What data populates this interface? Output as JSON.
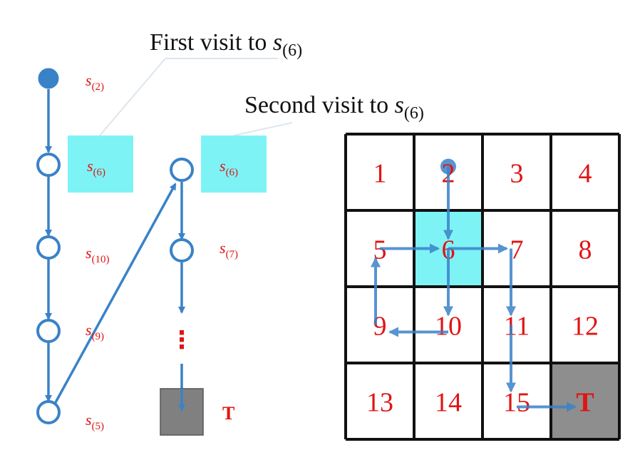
{
  "captions": {
    "first_prefix": "First visit to ",
    "second_prefix": "Second visit to ",
    "state_symbol": "s",
    "state_subscript": "(6)"
  },
  "trajectory": {
    "states": [
      {
        "symbol": "s",
        "sub": "(2)"
      },
      {
        "symbol": "s",
        "sub": "(6)"
      },
      {
        "symbol": "s",
        "sub": "(10)"
      },
      {
        "symbol": "s",
        "sub": "(9)"
      },
      {
        "symbol": "s",
        "sub": "(5)"
      },
      {
        "symbol": "s",
        "sub": "(6)"
      },
      {
        "symbol": "s",
        "sub": "(7)"
      }
    ],
    "ellipsis": "⋮",
    "terminal_label": "T"
  },
  "grid": {
    "cells": [
      "1",
      "2",
      "3",
      "4",
      "5",
      "6",
      "7",
      "8",
      "9",
      "10",
      "11",
      "12",
      "13",
      "14",
      "15",
      "T"
    ],
    "highlight_cell": "6",
    "terminal_cell": "T",
    "start_cell": "2",
    "path": [
      "2",
      "6",
      "10",
      "9",
      "5",
      "6",
      "7",
      "11",
      "15",
      "T"
    ]
  },
  "colors": {
    "arrow": "#3a82c8",
    "highlight": "#7ef3f6",
    "terminal": "#8e8e8e",
    "label": "#e01414",
    "grid_line": "#111111"
  }
}
